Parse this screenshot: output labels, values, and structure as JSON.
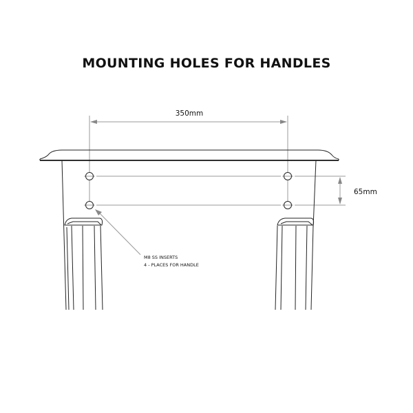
{
  "title": "MOUNTING HOLES FOR HANDLES",
  "dimensions": {
    "horizontal": "350mm",
    "vertical": "65mm"
  },
  "note": {
    "line1": "M8 SS INSERTS",
    "line2": "4 - PLACES FOR HANDLE"
  }
}
